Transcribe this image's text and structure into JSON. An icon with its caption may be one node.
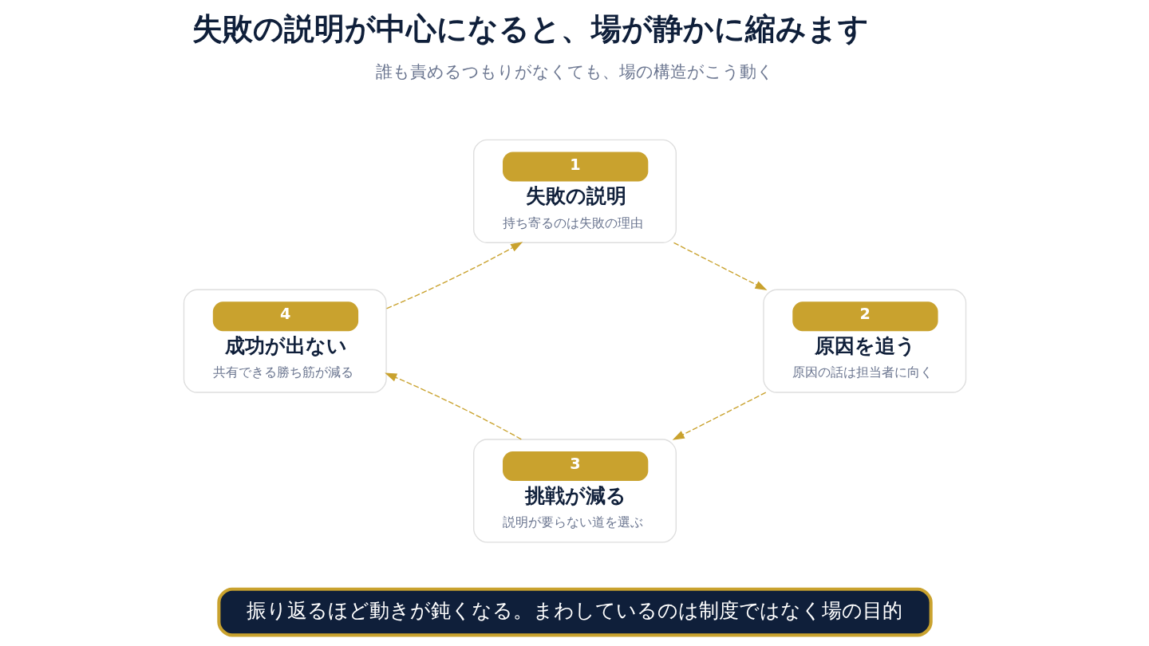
{
  "diagram": {
    "title": "失敗の説明が中心になると、場が静かに縮みます",
    "nodes": [
      {
        "text": [
          "1",
          "失敗の説明",
          "持ち寄るのは失敗の理由"
        ]
      },
      {
        "text": [
          "2",
          "原因を追う",
          "原因の話は担当者に向く"
        ]
      },
      {
        "text": [
          "3",
          "挑戦が減る",
          "説明が要らない道を選ぶ"
        ]
      },
      {
        "text": [
          "4",
          "成功が出ない",
          "共有できる勝ち筋が減る"
        ]
      }
    ],
    "edges": [
      {
        "from": 0,
        "to": 1,
        "arrow": "to",
        "style": "dashed"
      },
      {
        "from": 1,
        "to": 2,
        "arrow": "to",
        "style": "dashed"
      },
      {
        "from": 2,
        "to": 3,
        "arrow": "to",
        "style": "dashed"
      },
      {
        "from": 3,
        "to": 0,
        "arrow": "to",
        "style": "dashed"
      }
    ],
    "labels": [
      "誰も責めるつもりがなくても、場の構造がこう動く",
      "振り返るほど動きが鈍くなる。まわしているのは制度ではなく場の目的"
    ]
  }
}
